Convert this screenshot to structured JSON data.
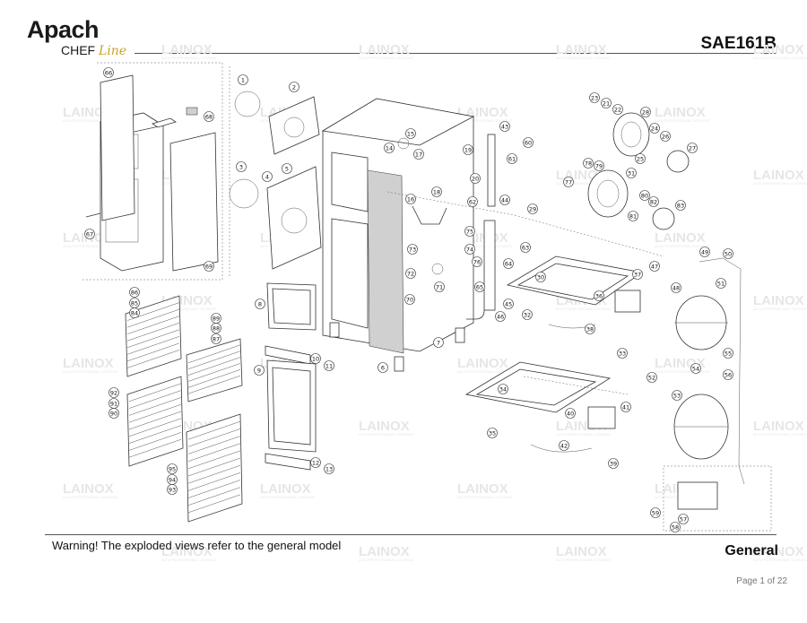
{
  "header": {
    "logo_main": "Apach",
    "logo_sub": "CHEF",
    "logo_line": "Line",
    "model": "SAE161B"
  },
  "footer": {
    "warning": "Warning! The exploded views refer to the general model",
    "section": "General",
    "page": "Page 1 of 22"
  },
  "watermark": {
    "text": "LAINOX",
    "subtext": "ALTA PROFESSIONAL COOKING"
  },
  "callouts": [
    "1",
    "2",
    "3",
    "4",
    "5",
    "6",
    "7",
    "8",
    "9",
    "10",
    "11",
    "12",
    "13",
    "14",
    "15",
    "16",
    "17",
    "18",
    "19",
    "20",
    "21",
    "22",
    "23",
    "24",
    "25",
    "26",
    "27",
    "28",
    "29",
    "30",
    "31",
    "32",
    "33",
    "34",
    "35",
    "36",
    "37",
    "38",
    "39",
    "40",
    "41",
    "42",
    "43",
    "44",
    "45",
    "46",
    "47",
    "48",
    "49",
    "50",
    "51",
    "52",
    "53",
    "54",
    "55",
    "56",
    "57",
    "58",
    "59",
    "60",
    "61",
    "62",
    "63",
    "64",
    "65",
    "66",
    "67",
    "68",
    "69",
    "70",
    "71",
    "72",
    "73",
    "74",
    "75",
    "76",
    "77",
    "78",
    "79",
    "80",
    "81",
    "82",
    "83",
    "84",
    "85",
    "86",
    "87",
    "88",
    "89",
    "90",
    "91",
    "92",
    "93",
    "94",
    "95"
  ]
}
